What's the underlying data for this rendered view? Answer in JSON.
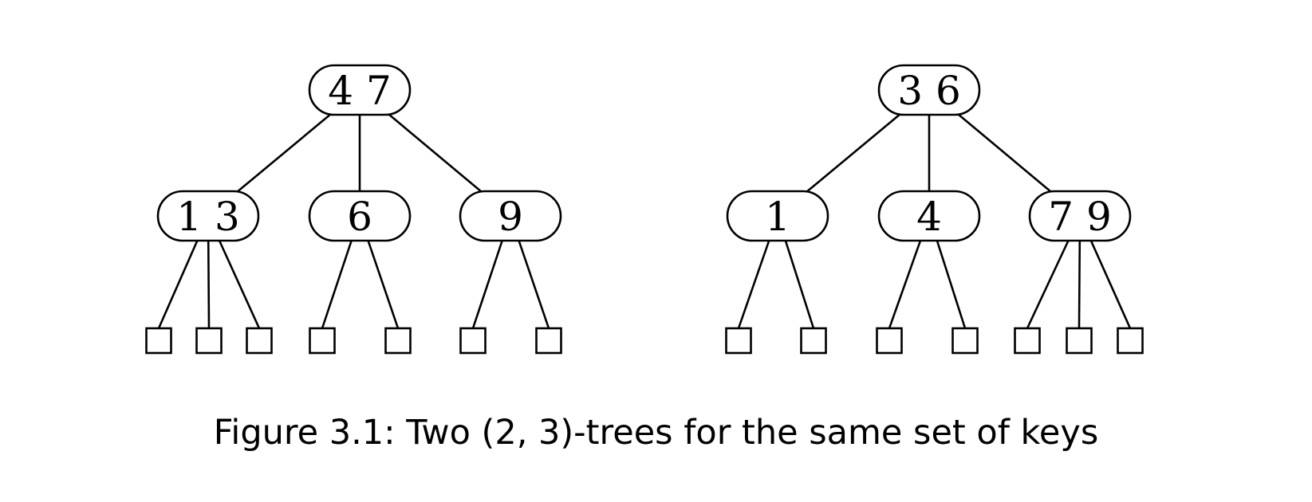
{
  "caption": "Figure 3.1: Two (2, 3)-trees for the same set of keys",
  "trees": [
    {
      "root": {
        "keys": "4 7"
      },
      "children": [
        {
          "keys": "1 3",
          "leaves": 3
        },
        {
          "keys": "6",
          "leaves": 2
        },
        {
          "keys": "9",
          "leaves": 2
        }
      ]
    },
    {
      "root": {
        "keys": "3 6"
      },
      "children": [
        {
          "keys": "1",
          "leaves": 2
        },
        {
          "keys": "4",
          "leaves": 2
        },
        {
          "keys": "7 9",
          "leaves": 3
        }
      ]
    }
  ]
}
